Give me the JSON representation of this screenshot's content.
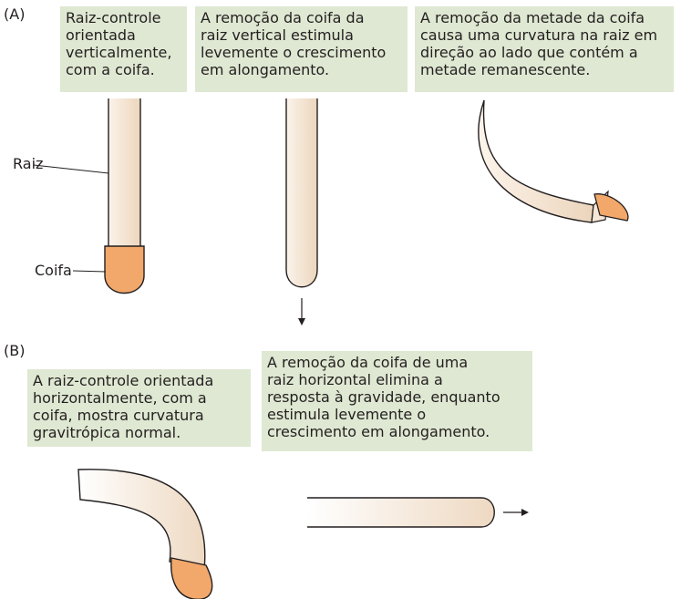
{
  "panel_a": {
    "label": "(A)",
    "caption_1": [
      "Raiz-controle",
      "orientada",
      "verticalmente,",
      "com a coifa."
    ],
    "caption_2": [
      "A remoção da coifa da",
      "raiz vertical estimula",
      "levemente o crescimento",
      "em alongamento."
    ],
    "caption_3": [
      "A remoção da metade da coifa",
      "causa uma curvatura na raiz em",
      "direção ao lado que contém a",
      "metade remanescente."
    ],
    "label_root": "Raiz",
    "label_cap": "Coifa"
  },
  "panel_b": {
    "label": "(B)",
    "caption_1": [
      "A raiz-controle orientada",
      "horizontalmente, com a",
      "coifa, mostra curvatura",
      "gravitrópica normal."
    ],
    "caption_2": [
      "A remoção da coifa de uma",
      "raiz horizontal elimina a",
      "resposta à gravidade, enquanto",
      "estimula levemente o",
      "crescimento em alongamento."
    ]
  },
  "colors": {
    "caption_bg": "#dfe8d2",
    "cap_orange": "#f2a86a",
    "root_light": "#fbf3ea",
    "root_dark": "#ecd6bd",
    "outline": "#231f20"
  }
}
